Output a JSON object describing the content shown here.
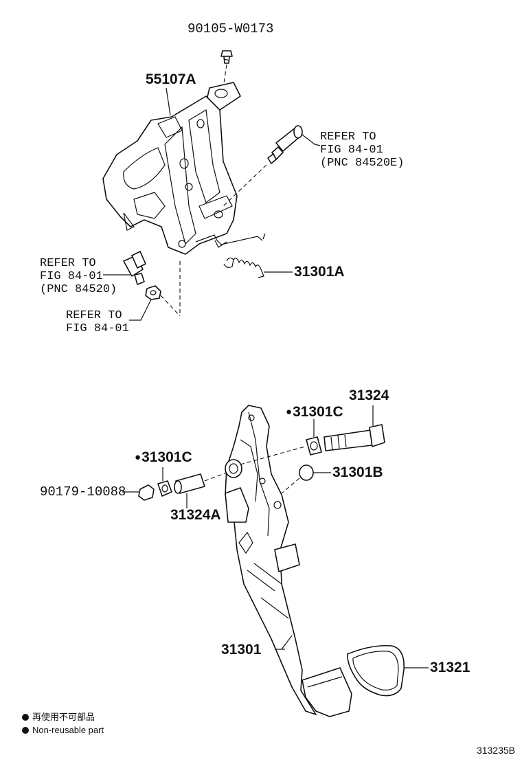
{
  "parts": {
    "bolt_top": "90105-W0173",
    "bracket": "55107A",
    "spring": "31301A",
    "pedal": "31301",
    "bolt_pivot": "31324",
    "bushing_right": "31301C",
    "bushing_left": "31301C",
    "cushion": "31301B",
    "nut": "90179-10088",
    "collar": "31324A",
    "pad": "31321"
  },
  "references": {
    "switch_top": "REFER TO\nFIG 84-01\n(PNC 84520E)",
    "switch_left": "REFER TO\nFIG 84-01\n(PNC 84520)",
    "nut_left": "REFER TO\nFIG 84-01"
  },
  "legend": {
    "line_jp": "再使用不可部品",
    "line_en": "Non-reusable part"
  },
  "figure_number": "313235B"
}
